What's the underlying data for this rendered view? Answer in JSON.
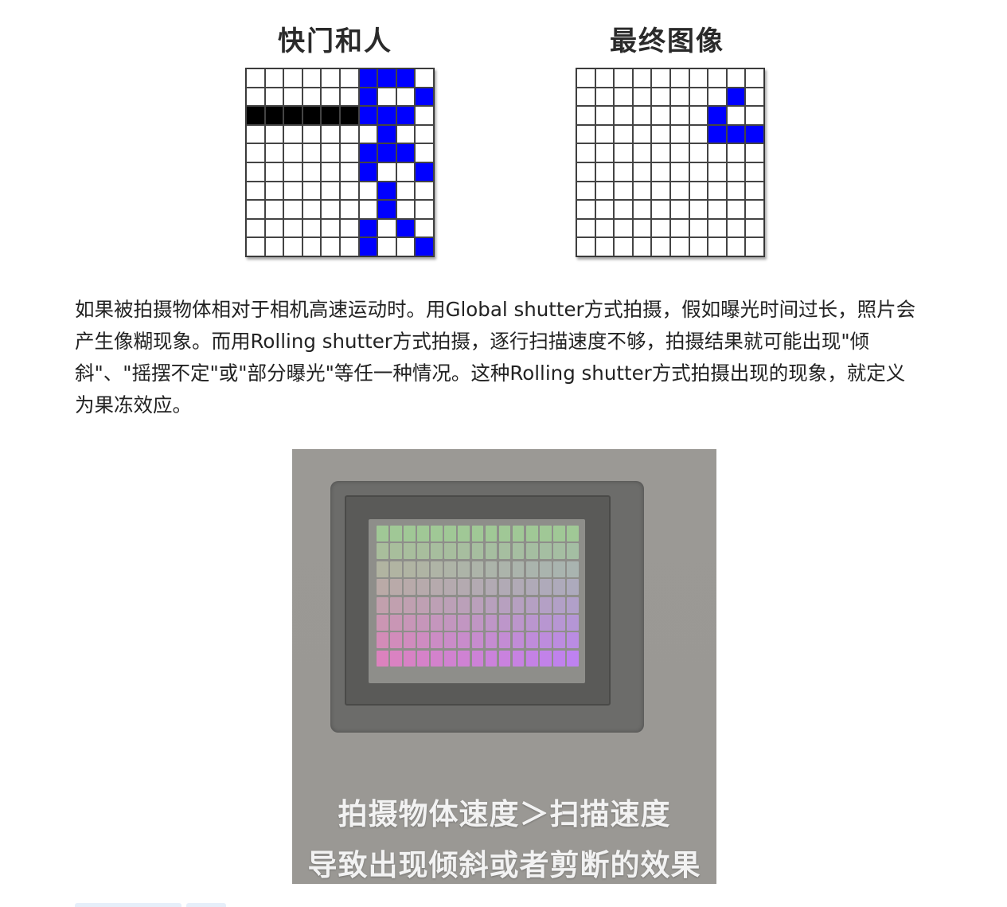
{
  "figure_top": {
    "left_title": "快门和人",
    "right_title": "最终图像",
    "left_grid": [
      "......bbb.",
      "......b..b",
      "kkkkkkbbb.",
      ".......b..",
      "......bbb.",
      "......b..b",
      ".......b..",
      ".......b..",
      "......b.b.",
      "......b..b"
    ],
    "right_grid": [
      "..........",
      "........b.",
      ".......b..",
      ".......bbb",
      "..........",
      "..........",
      "..........",
      "..........",
      "..........",
      ".........."
    ],
    "colors": {
      "blue": "#0000ff",
      "black": "#000000"
    }
  },
  "paragraph": {
    "lines": [
      "如果被拍摄物体相对于相机高速运动时。用Global shutter方式拍摄，假如曝光时间过长，照片会",
      "产生像糊现象。而用Rolling shutter方式拍摄，逐行扫描速度不够，拍摄结果就可能出现\"倾",
      "斜\"、\"摇摆不定\"或\"部分曝光\"等任一种情况。这种Rolling shutter方式拍摄出现的现象，就定义",
      "为果冻效应。"
    ]
  },
  "sensor_image": {
    "caption_line1": "拍摄物体速度＞扫描速度",
    "caption_line2": "导致出现倾斜或者剪断的效果"
  }
}
